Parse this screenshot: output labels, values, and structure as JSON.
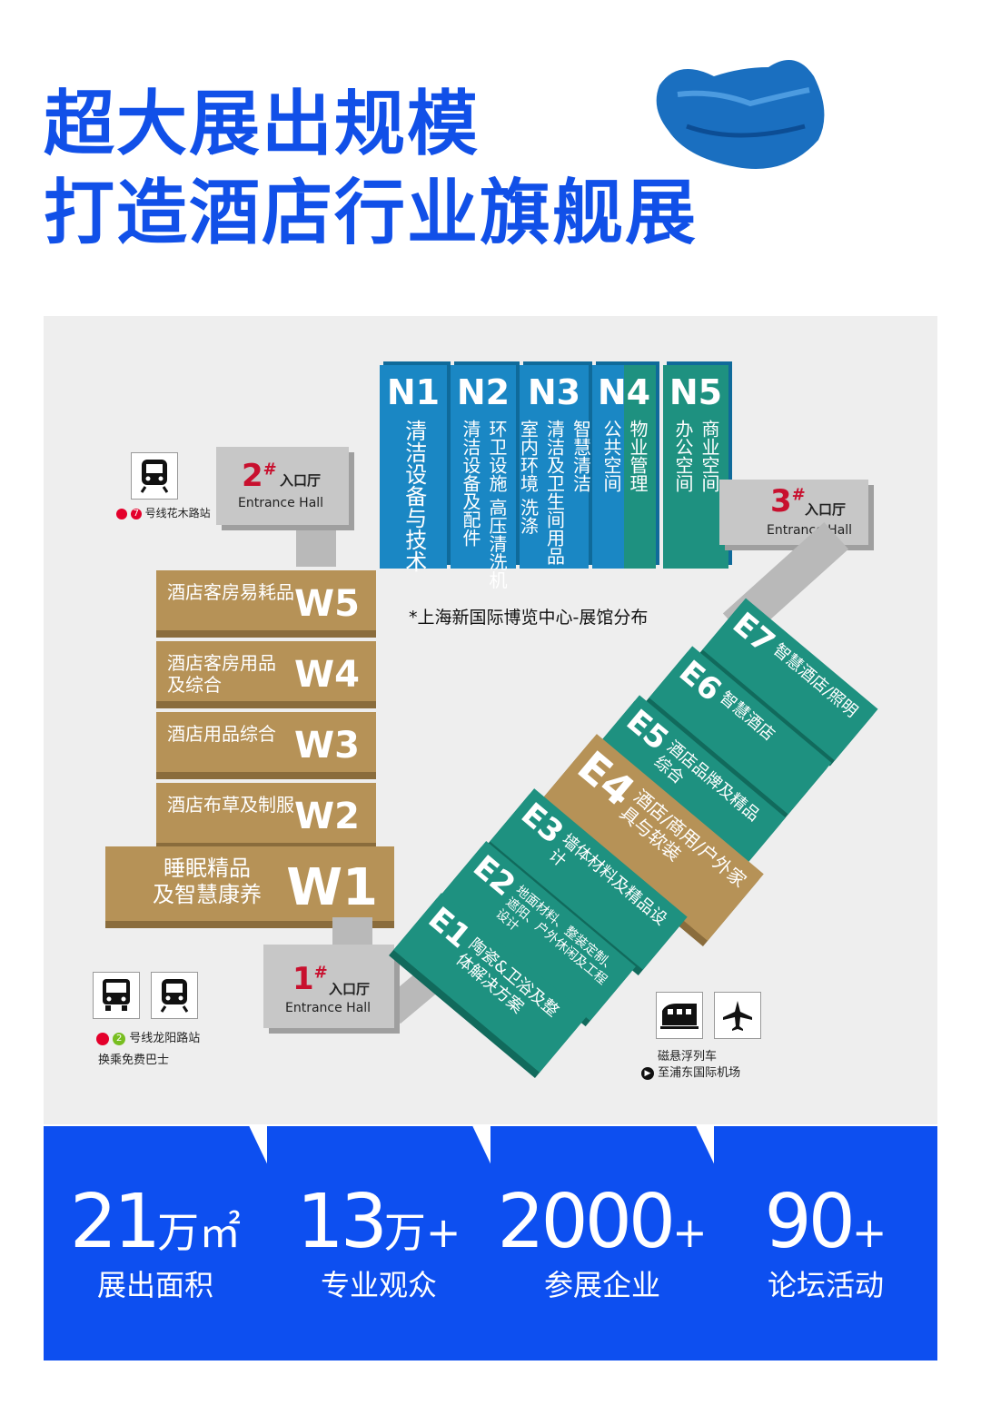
{
  "headline": {
    "line1": "超大展出规模",
    "line2": "打造酒店行业旗舰展"
  },
  "map": {
    "caption": "*上海新国际博览中心-展馆分布",
    "north_halls": [
      {
        "code": "N1",
        "lines": [
          "清洁设备与技术"
        ],
        "color": "#1a87c4"
      },
      {
        "code": "N2",
        "lines": [
          "清洁设备及配件",
          "环卫设施 高压清洗机"
        ],
        "color": "#1a87c4"
      },
      {
        "code": "N3",
        "lines": [
          "室内环境 洗涤",
          "清洁及卫生间用品",
          "智慧清洁"
        ],
        "color": "#1a87c4"
      },
      {
        "code": "N4",
        "lines": [
          "公共空间",
          "物业管理"
        ],
        "color": "#1a87c4"
      },
      {
        "code": "N5",
        "lines": [
          "办公空间",
          "商业空间"
        ],
        "color": "#1e9180"
      }
    ],
    "west_halls": [
      {
        "code": "W5",
        "label": "酒店客房易耗品"
      },
      {
        "code": "W4",
        "label": "酒店客房用品\n及综合"
      },
      {
        "code": "W3",
        "label": "酒店用品综合"
      },
      {
        "code": "W2",
        "label": "酒店布草及制服"
      },
      {
        "code": "W1",
        "label": "睡眠精品\n及智慧康养"
      }
    ],
    "east_halls": [
      {
        "code": "E7",
        "label": "智慧酒店/照明",
        "color": "#1e9180"
      },
      {
        "code": "E6",
        "label": "智慧酒店",
        "color": "#1e9180"
      },
      {
        "code": "E5",
        "label": "酒店品牌及精品综合",
        "color": "#1e9180"
      },
      {
        "code": "E4",
        "label": "酒店/商用/户外家具与软装",
        "color": "#b69257"
      },
      {
        "code": "E3",
        "label": "墙体材料及精品设计",
        "color": "#1e9180"
      },
      {
        "code": "E2",
        "label": "地面材料、整装定制、遮阳、户外休闲及工程设计",
        "color": "#1e9180"
      },
      {
        "code": "E1",
        "label": "陶瓷&卫浴及整体解决方案",
        "color": "#1e9180"
      }
    ],
    "entrances": [
      {
        "num": "2",
        "sup": "#",
        "zh": "入口厅",
        "en": "Entrance Hall"
      },
      {
        "num": "3",
        "sup": "#",
        "zh": "入口厅",
        "en": "Entrance Hall"
      },
      {
        "num": "1",
        "sup": "#",
        "zh": "入口厅",
        "en": "Entrance Hall"
      }
    ],
    "stations": {
      "line7": "号线花木路站",
      "line7_num": "7",
      "line2": "号线龙阳路站",
      "line2_num": "2",
      "bus": "换乘免费巴士",
      "maglev": "磁悬浮列车",
      "airport": "至浦东国际机场"
    }
  },
  "stats": [
    {
      "value": "21",
      "unit": "万㎡",
      "label": "展出面积"
    },
    {
      "value": "13",
      "unit": "万+",
      "label": "专业观众"
    },
    {
      "value": "2000",
      "unit": "+",
      "label": "参展企业"
    },
    {
      "value": "90",
      "unit": "+",
      "label": "论坛活动"
    }
  ],
  "colors": {
    "brand_blue": "#1150e8",
    "stat_blue": "#0d4ff0",
    "teal": "#1e9180",
    "gold": "#b69257",
    "sky": "#1a87c4"
  },
  "icons": [
    "metro-icon",
    "bus-icon",
    "maglev-icon",
    "airplane-icon",
    "pouf-image"
  ]
}
